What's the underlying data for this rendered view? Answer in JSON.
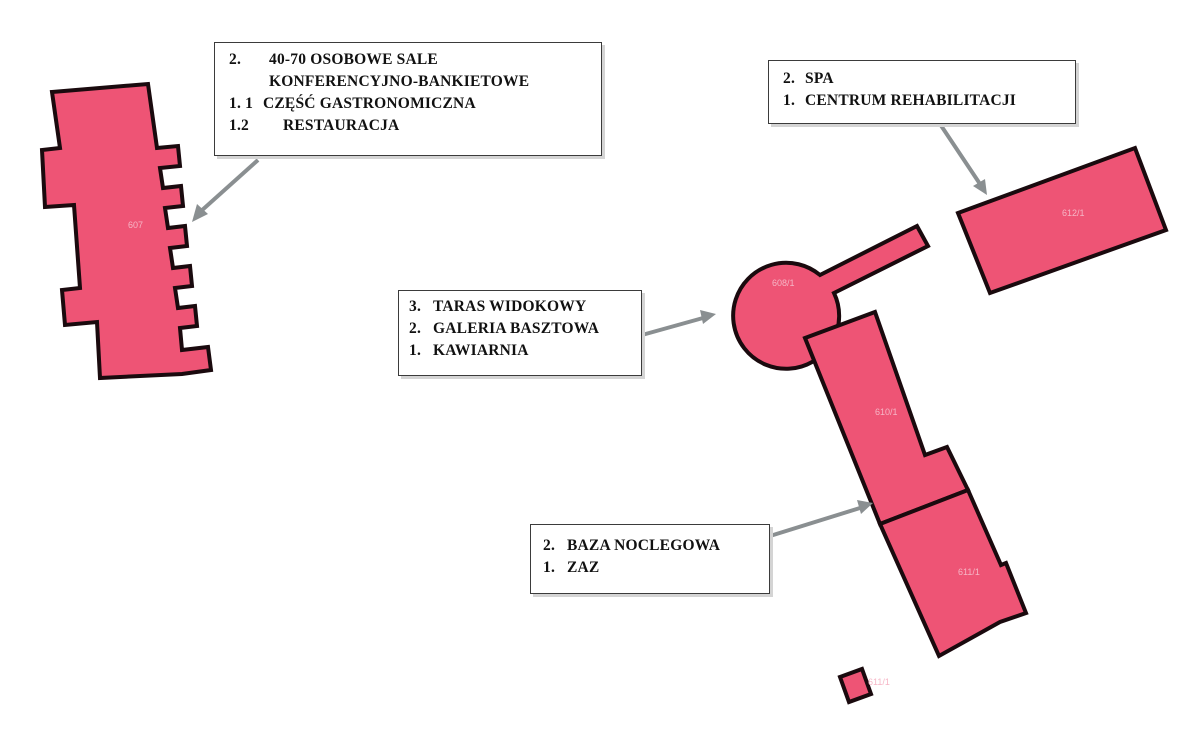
{
  "labels": {
    "conference": {
      "lines": [
        {
          "num": "2.",
          "text": "40-70 OSOBOWE SALE"
        },
        {
          "num": "",
          "text": "KONFERENCYJNO-BANKIETOWE"
        },
        {
          "num": "1. 1",
          "text": "CZĘŚĆ GASTRONOMICZNA"
        },
        {
          "num": "1.2",
          "text": "RESTAURACJA"
        }
      ]
    },
    "spa": {
      "lines": [
        {
          "num": "2.",
          "text": "SPA"
        },
        {
          "num": "1.",
          "text": "CENTRUM REHABILITACJI"
        }
      ]
    },
    "tower": {
      "lines": [
        {
          "num": "3.",
          "text": "TARAS WIDOKOWY"
        },
        {
          "num": "2.",
          "text": "GALERIA BASZTOWA"
        },
        {
          "num": "1.",
          "text": "KAWIARNIA"
        }
      ]
    },
    "lodging": {
      "lines": [
        {
          "num": "2.",
          "text": "BAZA NOCLEGOWA"
        },
        {
          "num": "1.",
          "text": "ZAZ"
        }
      ]
    }
  },
  "plots": {
    "b1": "607",
    "b2": "608/1",
    "b3": "610/1",
    "b4": "611/1",
    "b5": "612/1",
    "b6": "611/1"
  },
  "colors": {
    "building_fill": "#ee5475",
    "building_outline": "#1a0a0e",
    "arrow": "#8a8f91"
  }
}
